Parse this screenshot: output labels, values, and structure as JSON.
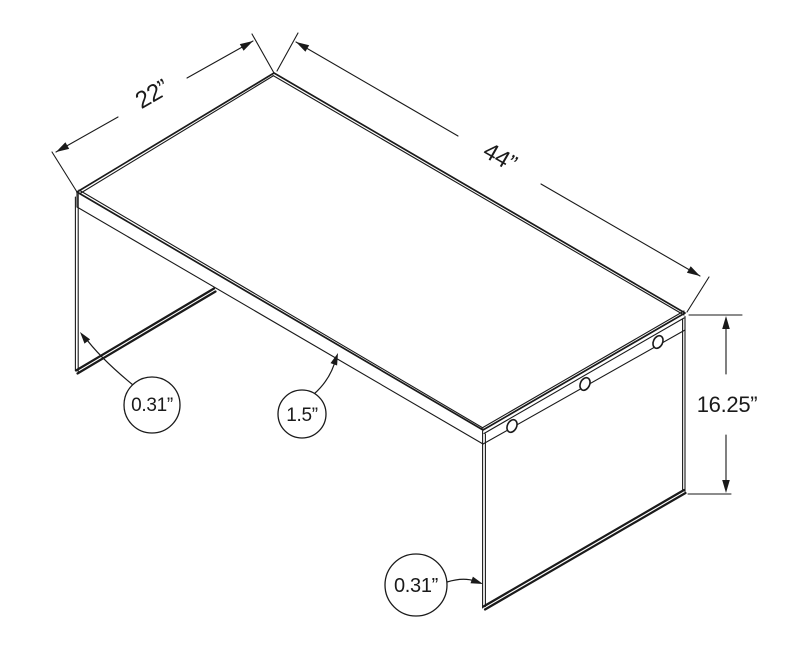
{
  "page": {
    "background_color": "#ffffff",
    "line_color": "#1a1a1a"
  },
  "diagram": {
    "description": "Isometric line drawing of a rectangular coffee table with a thick top and two tempered-glass panel legs",
    "connector_count": 3,
    "annotations": {
      "width": "22”",
      "length": "44”",
      "height": "16.25”",
      "left_glass_thickness": "0.31”",
      "top_thickness": "1.5”",
      "right_glass_thickness": "0.31”"
    }
  }
}
